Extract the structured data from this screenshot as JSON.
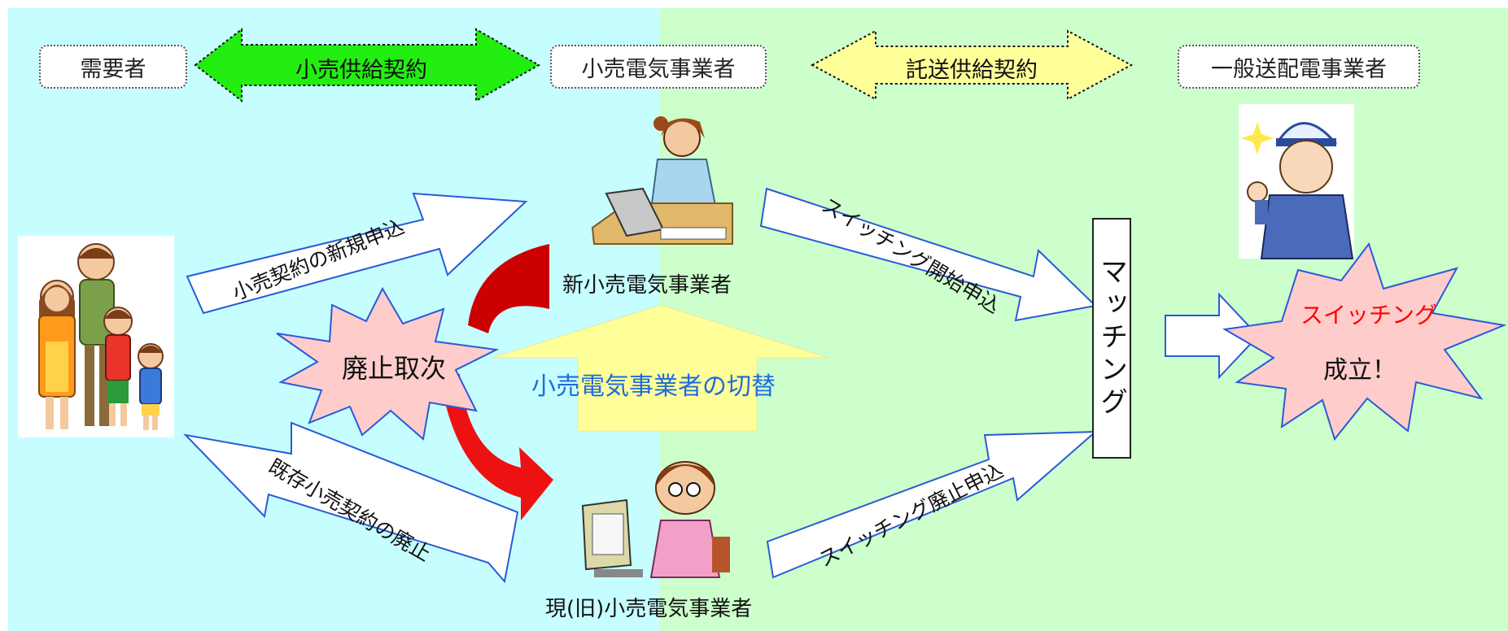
{
  "top": {
    "demand": "需要者",
    "retail_contract": "小売供給契約",
    "retailer": "小売電気事業者",
    "wheeling_contract": "託送供給契約",
    "transmission": "一般送配電事業者"
  },
  "labels": {
    "new_retailer": "新小売電気事業者",
    "old_retailer": "現(旧)小売電気事業者",
    "switch_retailer": "小売電気事業者の切替",
    "abolish_agency": "廃止取次",
    "new_application": "小売契約の新規申込",
    "abolish_existing": "既存小売契約の廃止",
    "switch_start": "スイッチング開始申込",
    "switch_abolish": "スイッチング廃止申込",
    "matching": "マッチング",
    "switching": "スイッチング",
    "success": "成立！"
  },
  "colors": {
    "left_bg": "#c6fdff",
    "right_bg": "#ccffcc",
    "green_arrow": "#22ee11",
    "yellow_arrow": "#ffff99",
    "red_arrow": "#ee1111",
    "burst": "#ffcccc",
    "switch_text": "#ff0000",
    "switch_retailer_text": "#1e6bdc"
  }
}
